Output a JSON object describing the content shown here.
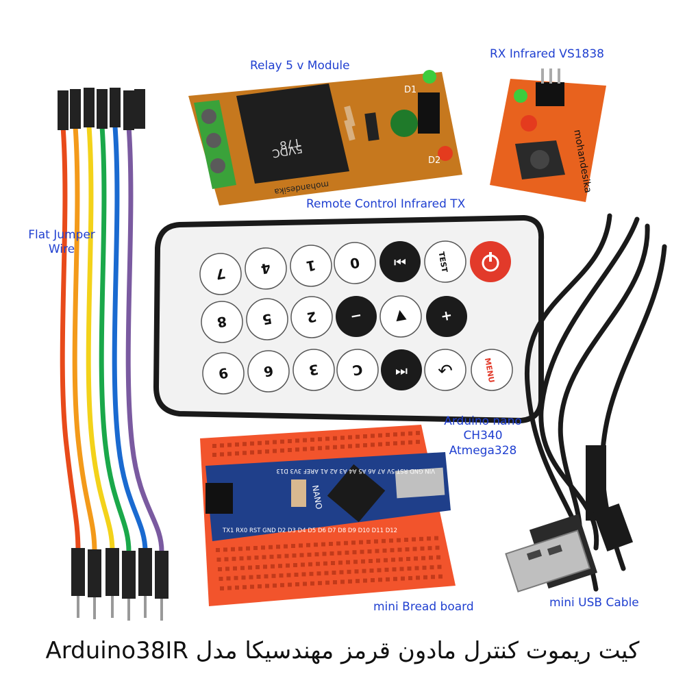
{
  "labels": {
    "relay": "Relay 5 v Module",
    "rx": "RX Infrared VS1838",
    "remote": "Remote Control Infrared TX",
    "jumper_line1": "Flat Jumper",
    "jumper_line2": "Wire",
    "nano_line1": "Arduino nano",
    "nano_line2": "CH340",
    "nano_line3": "Atmega328",
    "breadboard": "mini Bread board",
    "usb": "mini USB Cable"
  },
  "caption": "کیت ریموت کنترل مادون قرمز مهندسیکا مدل Arduino38IR",
  "remote_buttons": [
    "7",
    "4",
    "1",
    "0",
    "TEST",
    "8",
    "5",
    "2",
    "−",
    "▼",
    "+",
    "9",
    "6",
    "3",
    "C",
    "MENU"
  ],
  "relay_text": {
    "brand": "mohandesika",
    "chip": "T78",
    "voltage": "5VDC",
    "d1": "D1",
    "d2": "D2"
  },
  "rx_text": {
    "brand": "mohandesika"
  },
  "nano_text": {
    "board": "NANO",
    "pins_bottom": "TX1 RX0 RST GND D2 D3 D4 D5 D6 D7 D8 D9 D10 D11 D12",
    "pins_top": "VIN GND RST 5V A7 A6 A5 A4 A3 A2 A1 AREF 3V3 D13"
  },
  "colors": {
    "label": "#1f3fd0",
    "pcb_orange": "#e8621e",
    "pcb_brown": "#c6781e",
    "remote_body": "#f2f2f2",
    "power_red": "#e23a2a",
    "breadboard": "#f2542c",
    "nano_blue": "#1f3f8a"
  },
  "wire_colors": [
    "#e84a1a",
    "#f39a1a",
    "#f3d21a",
    "#1aa84a",
    "#1a6ad0",
    "#7a5aa0"
  ]
}
